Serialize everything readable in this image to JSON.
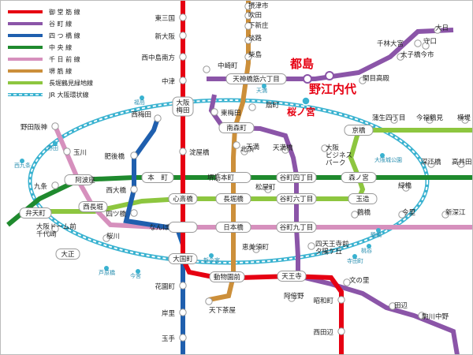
{
  "colors": {
    "midosuji": "#e60012",
    "tanimachi": "#8b55a8",
    "yotsubashi": "#1f5fae",
    "chuo": "#1f8a2e",
    "sennichimae": "#d690bd",
    "sakaisuji": "#cc8f3a",
    "nagahori": "#8dc63f",
    "jr_loop": "#39b2d0",
    "highlight": "#e60012"
  },
  "legend": [
    {
      "key": "midosuji",
      "label": "御 堂 筋 線"
    },
    {
      "key": "tanimachi",
      "label": "谷 町 線"
    },
    {
      "key": "yotsubashi",
      "label": "四 つ 橋 線"
    },
    {
      "key": "chuo",
      "label": "中 央 線"
    },
    {
      "key": "sennichimae",
      "label": "千 日 前 線"
    },
    {
      "key": "sakaisuji",
      "label": "堺 筋 線"
    },
    {
      "key": "nagahori",
      "label": "長堀鶴見緑地線"
    },
    {
      "key": "jr_loop",
      "label": "JR 大阪環状線"
    }
  ],
  "highlights": [
    {
      "key": "miyakojima",
      "label": "都島"
    },
    {
      "key": "noe",
      "label": "野江内代"
    },
    {
      "key": "sakuranomiya",
      "label": "桜ノ宮"
    }
  ],
  "stations": [
    {
      "key": "higashimikuni",
      "label": "東三国"
    },
    {
      "key": "shinosaka",
      "label": "新大阪"
    },
    {
      "key": "nishinakajima",
      "label": "西中島南方"
    },
    {
      "key": "nakatsu",
      "label": "中津"
    },
    {
      "key": "umeda",
      "label": "大阪\n梅田"
    },
    {
      "key": "yodoyabashi",
      "label": "淀屋橋"
    },
    {
      "key": "honmachi",
      "label": "本　町"
    },
    {
      "key": "shinsaibashi",
      "label": "心斎橋"
    },
    {
      "key": "namba",
      "label": "なんば"
    },
    {
      "key": "daikokucho",
      "label": "大国町"
    },
    {
      "key": "dobutsuen",
      "label": "動物園前"
    },
    {
      "key": "tennoji",
      "label": "天王寺"
    },
    {
      "key": "showacho",
      "label": "昭和町"
    },
    {
      "key": "nishitanabe",
      "label": "西田辺"
    },
    {
      "key": "hanazono",
      "label": "花園町"
    },
    {
      "key": "kishinosato",
      "label": "岸里"
    },
    {
      "key": "tamade",
      "label": "玉手"
    },
    {
      "key": "tengachaya",
      "label": "天下茶屋"
    },
    {
      "key": "awaza",
      "label": "阿波座"
    },
    {
      "key": "nishiohashi",
      "label": "西大橋"
    },
    {
      "key": "nishinagahori",
      "label": "西長堀"
    },
    {
      "key": "yotsubashi_st",
      "label": "四ツ橋"
    },
    {
      "key": "higobashi",
      "label": "肥後橋"
    },
    {
      "key": "nishiumeda",
      "label": "西梅田"
    },
    {
      "key": "higashiumeda",
      "label": "東梅田"
    },
    {
      "key": "minamimorimachi",
      "label": "南森町"
    },
    {
      "key": "tenma",
      "label": "天満"
    },
    {
      "key": "ogimachi",
      "label": "扇町"
    },
    {
      "key": "tenjin6",
      "label": "天神橋筋六丁目"
    },
    {
      "key": "nakazakicho",
      "label": "中崎町"
    },
    {
      "key": "tenmabashi",
      "label": "天満橋"
    },
    {
      "key": "tanimachi4",
      "label": "谷町四丁目"
    },
    {
      "key": "tanimachi6",
      "label": "谷町六丁目"
    },
    {
      "key": "tanimachi9",
      "label": "谷町九丁目"
    },
    {
      "key": "shitennoji",
      "label": "四天王寺前\n夕陽ケ丘"
    },
    {
      "key": "abeno",
      "label": "阿倍野"
    },
    {
      "key": "fuminosato",
      "label": "文の里"
    },
    {
      "key": "tanabe",
      "label": "田辺"
    },
    {
      "key": "komagawa",
      "label": "駒川中野"
    },
    {
      "key": "kitahama",
      "label": "北浜"
    },
    {
      "key": "sakaisujihonmachi",
      "label": "堺筋本町"
    },
    {
      "key": "nagahoribashi",
      "label": "長堀橋"
    },
    {
      "key": "nipponbashi",
      "label": "日本橋"
    },
    {
      "key": "ebisucho",
      "label": "恵美須町"
    },
    {
      "key": "matsuyamachi",
      "label": "松屋町"
    },
    {
      "key": "tsuruhashi",
      "label": "鶴橋"
    },
    {
      "key": "imazato",
      "label": "今里"
    },
    {
      "key": "shinfukae",
      "label": "新深江"
    },
    {
      "key": "morinomiya",
      "label": "森ノ宮"
    },
    {
      "key": "osakabusiness",
      "label": "大阪\nビジネス\nパーク"
    },
    {
      "key": "kyobashi",
      "label": "京橋"
    },
    {
      "key": "gamo4",
      "label": "蒲生四丁目"
    },
    {
      "key": "imafuku",
      "label": "今福鶴見"
    },
    {
      "key": "yokozutsumi",
      "label": "横堤"
    },
    {
      "key": "fukaebashi",
      "label": "深江橋"
    },
    {
      "key": "takaida",
      "label": "高井田"
    },
    {
      "key": "midoribashi",
      "label": "緑橋"
    },
    {
      "key": "tamatsukuri",
      "label": "玉造"
    },
    {
      "key": "senbayashi",
      "label": "千林大宮"
    },
    {
      "key": "taishibashi",
      "label": "太子橋今市"
    },
    {
      "key": "moriguchi",
      "label": "守口"
    },
    {
      "key": "dainichi",
      "label": "大日"
    },
    {
      "key": "sekime",
      "label": "関目高殿"
    },
    {
      "key": "shimoshinjo",
      "label": "下新庄"
    },
    {
      "key": "suita",
      "label": "吹田"
    },
    {
      "key": "kamishinjo",
      "label": "摂津市"
    },
    {
      "key": "awaji",
      "label": "淡路"
    },
    {
      "key": "kunijima",
      "label": "柴島"
    },
    {
      "key": "noda",
      "label": "野田阪神"
    },
    {
      "key": "tamagawa",
      "label": "玉川"
    },
    {
      "key": "kujo",
      "label": "九条"
    },
    {
      "key": "bentencho",
      "label": "弁天町"
    },
    {
      "key": "osakadome",
      "label": "大阪ドーム前\n千代崎"
    },
    {
      "key": "taisho",
      "label": "大正"
    },
    {
      "key": "sakuragawa",
      "label": "桜川"
    }
  ],
  "jr_labels": [
    {
      "key": "jr_fukushima",
      "label": "福島"
    },
    {
      "key": "jr_noda",
      "label": "野田"
    },
    {
      "key": "jr_nishikujo",
      "label": "西九条"
    },
    {
      "key": "jr_tenma",
      "label": "天満"
    },
    {
      "key": "jr_osakajokoen",
      "label": "大阪城公園"
    },
    {
      "key": "jr_tsuruhashi",
      "label": "鶴橋"
    },
    {
      "key": "jr_momodani",
      "label": "桃谷"
    },
    {
      "key": "jr_teradacho",
      "label": "寺田町"
    },
    {
      "key": "jr_shinimamiya",
      "label": "新今宮"
    },
    {
      "key": "jr_imamiya",
      "label": "今宮"
    },
    {
      "key": "jr_ashiharabashi",
      "label": "芦原橋"
    }
  ]
}
